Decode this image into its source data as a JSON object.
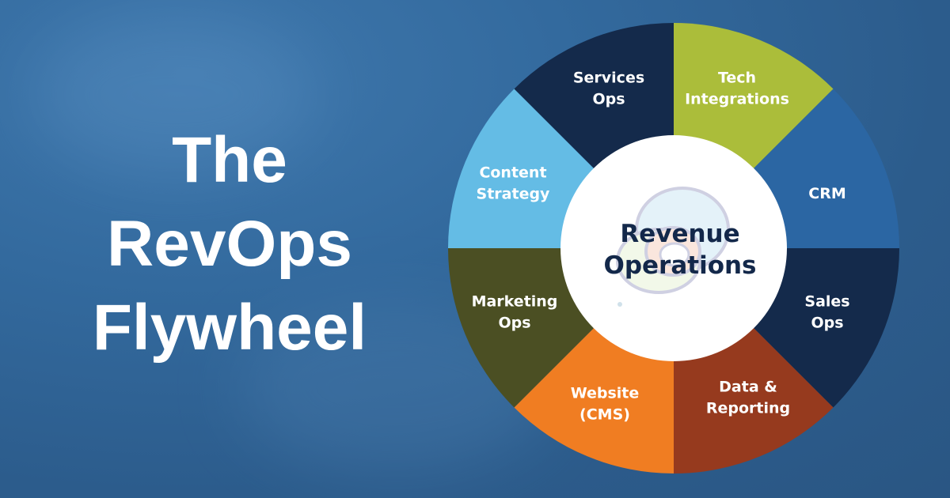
{
  "title": {
    "lines": [
      "The",
      "RevOps",
      "Flywheel"
    ]
  },
  "wheel": {
    "center": {
      "lines": [
        "Revenue",
        "Operations"
      ],
      "color": "#13284a",
      "logo_icon": "swirl-logo-icon"
    },
    "segments": [
      {
        "lines": [
          "Services",
          "Ops"
        ],
        "color": "#142a4b"
      },
      {
        "lines": [
          "Tech",
          "Integrations"
        ],
        "color": "#abbd3a"
      },
      {
        "lines": [
          "CRM"
        ],
        "color": "#2b66a3"
      },
      {
        "lines": [
          "Sales",
          "Ops"
        ],
        "color": "#142a4b"
      },
      {
        "lines": [
          "Data &",
          "Reporting"
        ],
        "color": "#963a1e"
      },
      {
        "lines": [
          "Website",
          "(CMS)"
        ],
        "color": "#f07d22"
      },
      {
        "lines": [
          "Marketing",
          "Ops"
        ],
        "color": "#4b4f23"
      },
      {
        "lines": [
          "Content",
          "Strategy"
        ],
        "color": "#64bce5"
      }
    ]
  },
  "colors": {
    "background": "#336a9e",
    "title_text": "#ffffff",
    "center_fill": "#ffffff"
  }
}
